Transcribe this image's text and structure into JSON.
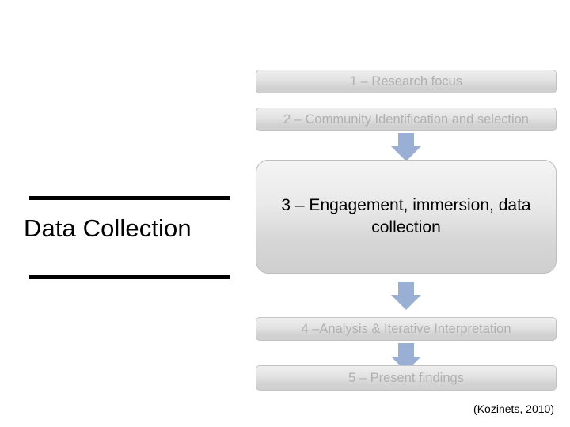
{
  "left_title": {
    "label": "Data Collection"
  },
  "flow": {
    "steps": [
      {
        "id": "step-1",
        "label": "1 – Research focus"
      },
      {
        "id": "step-2",
        "label": "2 – Community Identification and selection"
      },
      {
        "id": "step-3",
        "label": "3 – Engagement, immersion, data collection"
      },
      {
        "id": "step-4",
        "label": "4 –Analysis & Iterative Interpretation"
      },
      {
        "id": "step-5",
        "label": "5 – Present findings"
      }
    ],
    "arrow_color": "#9aafd4",
    "box_text_color_muted": "#b0b0b0",
    "box_text_color_active": "#000000"
  },
  "citation": {
    "text": "(Kozinets, 2010)"
  }
}
